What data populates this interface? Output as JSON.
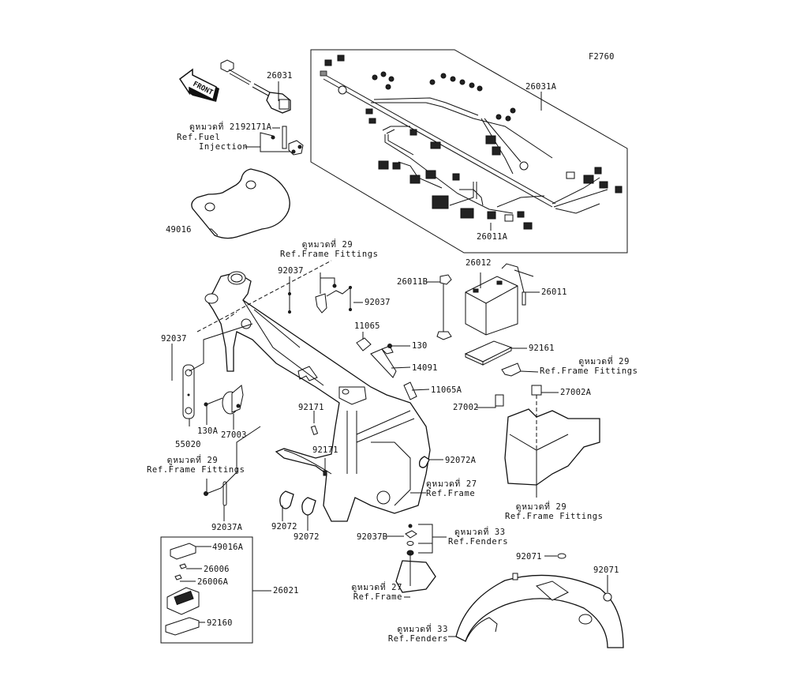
{
  "diagram": {
    "figure_code": "F2760",
    "front_arrow_label": "FRONT",
    "parts": {
      "p26031": "26031",
      "p26031A": "26031A",
      "p26011A": "26011A",
      "p92171A": "92171A",
      "p49016": "49016",
      "p92037_top": "92037",
      "p92037_right": "92037",
      "p92037_left": "92037",
      "p26011B": "26011B",
      "p26012": "26012",
      "p26011": "26011",
      "p11065": "11065",
      "p130": "130",
      "p14091": "14091",
      "p11065A": "11065A",
      "p92161": "92161",
      "p27002A": "27002A",
      "p27002": "27002",
      "p92171_a": "92171",
      "p92171_b": "92171",
      "p92072A": "92072A",
      "p130A": "130A",
      "p27003": "27003",
      "p55020": "55020",
      "p92037A": "92037A",
      "p92072_a": "92072",
      "p92072_b": "92072",
      "p92037B": "92037B",
      "p49016A": "49016A",
      "p26006": "26006",
      "p26006A": "26006A",
      "p26021": "26021",
      "p92160": "92160",
      "p92071_a": "92071",
      "p92071_b": "92071"
    },
    "references": {
      "fuel_injection": {
        "thai": "ดูหมวดที่ 21",
        "line1": "Ref.Fuel",
        "line2": "Injection"
      },
      "frame_fittings_top": {
        "thai": "ดูหมวดที่ 29",
        "english": "Ref.Frame Fittings"
      },
      "frame_fittings_right": {
        "thai": "ดูหมวดที่ 29",
        "english": "Ref.Frame Fittings"
      },
      "frame_fittings_left": {
        "thai": "ดูหมวดที่ 29",
        "english": "Ref.Frame Fittings"
      },
      "frame_fittings_bottom": {
        "thai": "ดูหมวดที่ 29",
        "english": "Ref.Frame Fittings"
      },
      "frame_mid": {
        "thai": "ดูหมวดที่ 27",
        "english": "Ref.Frame"
      },
      "frame_lower": {
        "thai": "ดูหมวดที่ 27",
        "english": "Ref.Frame"
      },
      "fenders_mid": {
        "thai": "ดูหมวดที่ 33",
        "english": "Ref.Fenders"
      },
      "fenders_lower": {
        "thai": "ดูหมวดที่ 33",
        "english": "Ref.Fenders"
      }
    }
  }
}
